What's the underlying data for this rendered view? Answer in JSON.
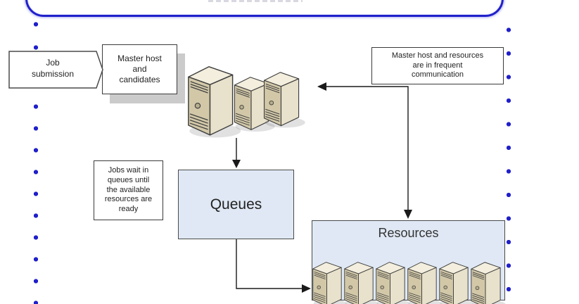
{
  "colors": {
    "accent_blue": "#2020cb",
    "panel_fill": "#dfe8f4",
    "panel_border": "#4a4a4a",
    "note_fill": "#ffffff",
    "note_border": "#3a3a3a",
    "shadow_gray": "#cbcbcb",
    "arrow": "#1a1a1a",
    "server_front": "#d2c8a8",
    "server_side": "#e8e1cb",
    "server_top": "#f3eedd",
    "server_outline": "#3f3f3f"
  },
  "labels": {
    "job_submission": "Job\nsubmission",
    "master_host_candidates": "Master host\nand\ncandidates",
    "master_resources_note": "Master host and resources\nare in frequent\ncommunication",
    "jobs_wait_note": "Jobs wait in\nqueues until\nthe available\nresources are\nready",
    "queues": "Queues",
    "resources": "Resources"
  },
  "icons": {
    "server": "server-tower-icon",
    "dotted_guides": "blue-dotted-line",
    "frame": "blue-rounded-border-fragment"
  },
  "counts": {
    "master_servers": 3,
    "resource_servers": 6
  }
}
